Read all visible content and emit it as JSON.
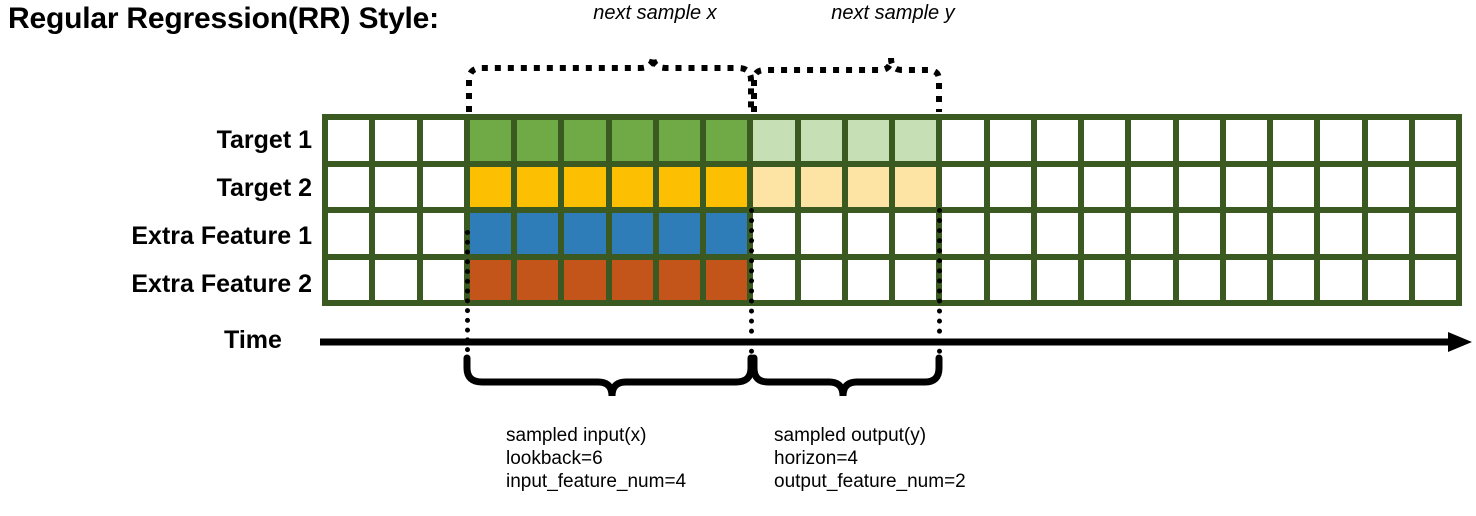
{
  "title": "Regular Regression(RR) Style:",
  "top_annotations": {
    "input_brace_label": "next sample x",
    "output_brace_label": "next sample y"
  },
  "row_labels": [
    "Target 1",
    "Target 2",
    "Extra Feature 1",
    "Extra Feature 2"
  ],
  "axis": {
    "time_label": "Time"
  },
  "bottom_annotations": {
    "input": {
      "line1": "sampled input(x)",
      "line2": "lookback=6",
      "line3": "input_feature_num=4"
    },
    "output": {
      "line1": "sampled output(y)",
      "line2": "horizon=4",
      "line3": "output_feature_num=2"
    }
  },
  "colors": {
    "grid_border": "#3b5a22",
    "target1_input": "#6faa46",
    "target1_output": "#c6dfb4",
    "target2_input": "#fcbf01",
    "target2_output": "#fde3a4",
    "extra_feature1_input": "#2e7cb8",
    "extra_feature2_input": "#c4551a",
    "empty": "#ffffff"
  },
  "grid": {
    "total_columns": 24,
    "rows": 4,
    "input_start_column": 4,
    "input_end_column": 9,
    "output_start_column": 10,
    "output_end_column": 13,
    "row_fills": [
      [
        "empty",
        "empty",
        "empty",
        "target1_input",
        "target1_input",
        "target1_input",
        "target1_input",
        "target1_input",
        "target1_input",
        "target1_output",
        "target1_output",
        "target1_output",
        "target1_output",
        "empty",
        "empty",
        "empty",
        "empty",
        "empty",
        "empty",
        "empty",
        "empty",
        "empty",
        "empty",
        "empty"
      ],
      [
        "empty",
        "empty",
        "empty",
        "target2_input",
        "target2_input",
        "target2_input",
        "target2_input",
        "target2_input",
        "target2_input",
        "target2_output",
        "target2_output",
        "target2_output",
        "target2_output",
        "empty",
        "empty",
        "empty",
        "empty",
        "empty",
        "empty",
        "empty",
        "empty",
        "empty",
        "empty",
        "empty"
      ],
      [
        "empty",
        "empty",
        "empty",
        "extra_feature1_input",
        "extra_feature1_input",
        "extra_feature1_input",
        "extra_feature1_input",
        "extra_feature1_input",
        "extra_feature1_input",
        "empty",
        "empty",
        "empty",
        "empty",
        "empty",
        "empty",
        "empty",
        "empty",
        "empty",
        "empty",
        "empty",
        "empty",
        "empty",
        "empty",
        "empty"
      ],
      [
        "empty",
        "empty",
        "empty",
        "extra_feature2_input",
        "extra_feature2_input",
        "extra_feature2_input",
        "extra_feature2_input",
        "extra_feature2_input",
        "extra_feature2_input",
        "empty",
        "empty",
        "empty",
        "empty",
        "empty",
        "empty",
        "empty",
        "empty",
        "empty",
        "empty",
        "empty",
        "empty",
        "empty",
        "empty",
        "empty"
      ]
    ]
  }
}
